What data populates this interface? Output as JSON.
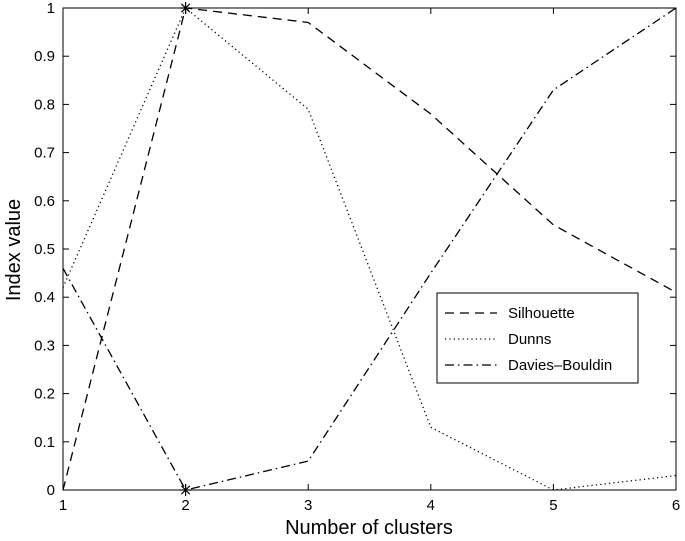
{
  "chart_data": {
    "type": "line",
    "title": "",
    "xlabel": "Number of clusters",
    "ylabel": "Index value",
    "xlim": [
      1,
      6
    ],
    "ylim": [
      0,
      1
    ],
    "x_ticks": [
      "1",
      "2",
      "3",
      "4",
      "5",
      "6"
    ],
    "y_ticks": [
      "0",
      "0.1",
      "0.2",
      "0.3",
      "0.4",
      "0.5",
      "0.6",
      "0.7",
      "0.8",
      "0.9",
      "1"
    ],
    "grid": false,
    "legend_position": "center-right",
    "x": [
      1,
      2,
      3,
      4,
      5,
      6
    ],
    "series": [
      {
        "name": "Silhouette",
        "style": "dashed",
        "values": [
          0.0,
          1.0,
          0.97,
          0.78,
          0.55,
          0.41
        ]
      },
      {
        "name": "Dunns",
        "style": "dotted",
        "values": [
          0.42,
          1.0,
          0.79,
          0.13,
          0.0,
          0.03
        ]
      },
      {
        "name": "Davies–Bouldin",
        "style": "dash-dot",
        "values": [
          0.46,
          0.0,
          0.06,
          0.45,
          0.83,
          1.0
        ]
      }
    ],
    "markers": [
      {
        "x": 2,
        "y": 1.0,
        "symbol": "asterisk"
      },
      {
        "x": 2,
        "y": 0.0,
        "symbol": "asterisk"
      }
    ],
    "colors": {
      "line": "#000000",
      "background": "#ffffff"
    }
  }
}
